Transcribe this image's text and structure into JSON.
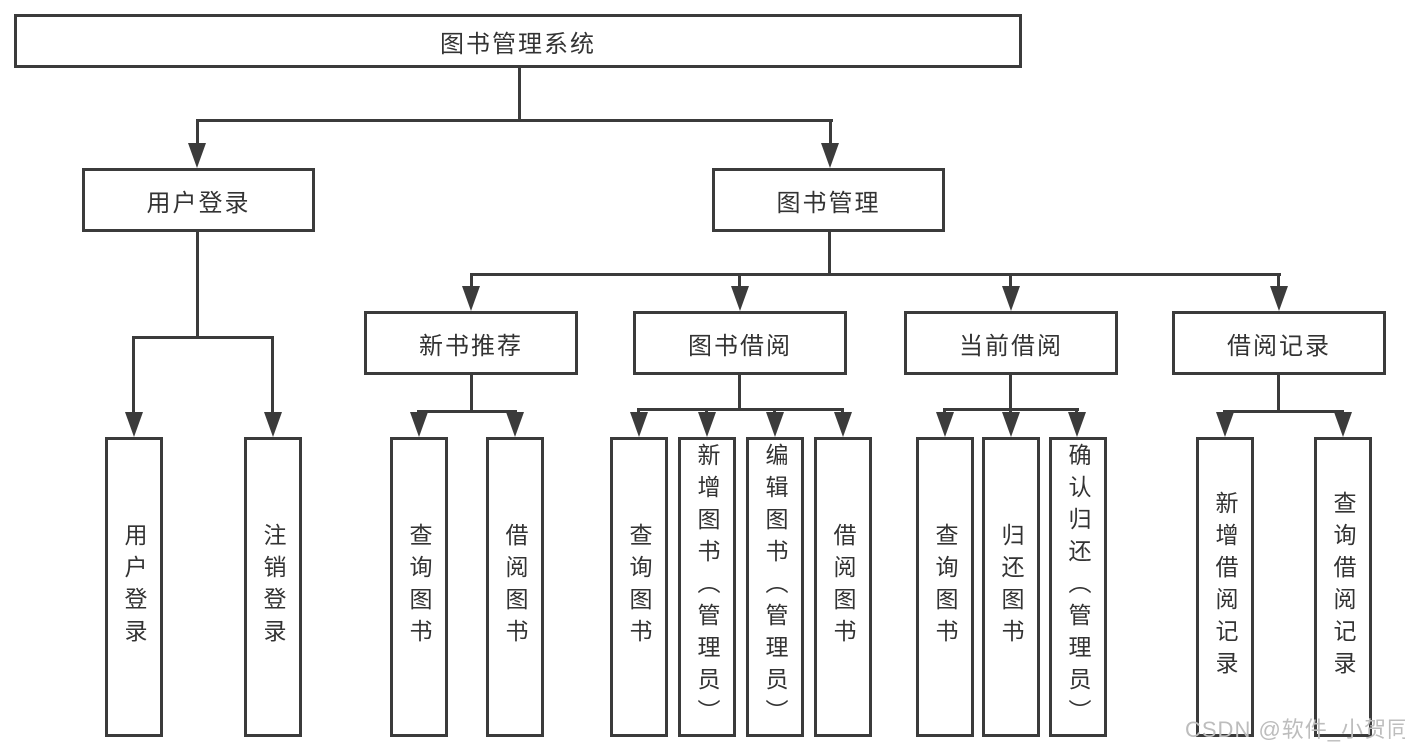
{
  "diagram": {
    "root": "图书管理系统",
    "level2": [
      {
        "label": "用户登录",
        "children": [
          "用户登录",
          "注销登录"
        ]
      },
      {
        "label": "图书管理",
        "modules": [
          {
            "label": "新书推荐",
            "children": [
              "查询图书",
              "借阅图书"
            ]
          },
          {
            "label": "图书借阅",
            "children": [
              "查询图书",
              "新增图书（管理员）",
              "编辑图书（管理员）",
              "借阅图书"
            ]
          },
          {
            "label": "当前借阅",
            "children": [
              "查询图书",
              "归还图书",
              "确认归还（管理员）"
            ]
          },
          {
            "label": "借阅记录",
            "children": [
              "新增借阅记录",
              "查询借阅记录"
            ]
          }
        ]
      }
    ],
    "watermark": "CSDN @软件_小贺同学",
    "colors": {
      "line": "#3b3b3b",
      "text": "#333333",
      "box_background": "#ffffff",
      "page_background": "#ffffff",
      "watermark": "#bdbdbd"
    }
  }
}
